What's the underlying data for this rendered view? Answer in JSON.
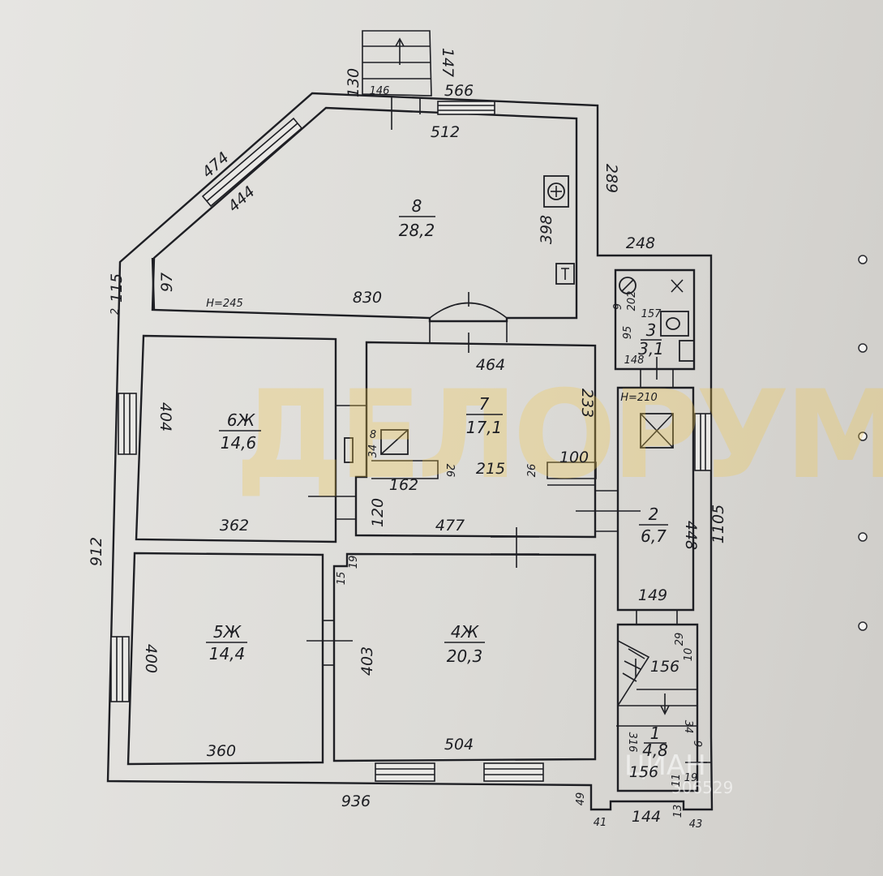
{
  "rooms": [
    {
      "number": "8",
      "area": "28,2"
    },
    {
      "number": "7",
      "area": "17,1"
    },
    {
      "number": "6Ж",
      "area": "14,6"
    },
    {
      "number": "5Ж",
      "area": "14,4"
    },
    {
      "number": "4Ж",
      "area": "20,3"
    },
    {
      "number": "3",
      "area": "3,1"
    },
    {
      "number": "2",
      "area": "6,7"
    },
    {
      "number": "1",
      "area": "4,8"
    }
  ],
  "dimensions": {
    "d130": "130",
    "d147": "147",
    "d146": "146",
    "d566": "566",
    "d512": "512",
    "d474": "474",
    "d444": "444",
    "d289": "289",
    "d398": "398",
    "d248": "248",
    "d97": "97",
    "d115": "115",
    "d2": "2",
    "h245": "H=245",
    "d830": "830",
    "d464": "464",
    "d233": "233",
    "d404": "404",
    "d362": "362",
    "d162": "162",
    "d34": "34",
    "d8": "8",
    "d26a": "26",
    "d215": "215",
    "d26b": "26",
    "d100": "100",
    "d120": "120",
    "d477": "477",
    "d912": "912",
    "d1105": "1105",
    "d448": "448",
    "d400": "400",
    "d15": "15",
    "d19": "19",
    "d403": "403",
    "d149": "149",
    "d29": "29",
    "d10": "10",
    "d156a": "156",
    "d360": "360",
    "d504": "504",
    "d936": "936",
    "d41": "41",
    "d49": "49",
    "d144": "144",
    "d13": "13",
    "d43": "43",
    "d316": "316",
    "d34b": "34",
    "d9b": "9",
    "d156b": "156",
    "d11": "11",
    "d19b": "19",
    "d9": "9",
    "d157": "157",
    "d202": "202",
    "d95": "95",
    "d148": "148",
    "h210": "H=210"
  },
  "watermark": {
    "main": "ДЕЛОРУМ",
    "corner": "ЦИАН",
    "id": "306529"
  },
  "colors": {
    "lines": "#1e1f24",
    "paper": "#e3e2df",
    "watermark": "#f2c64a"
  }
}
